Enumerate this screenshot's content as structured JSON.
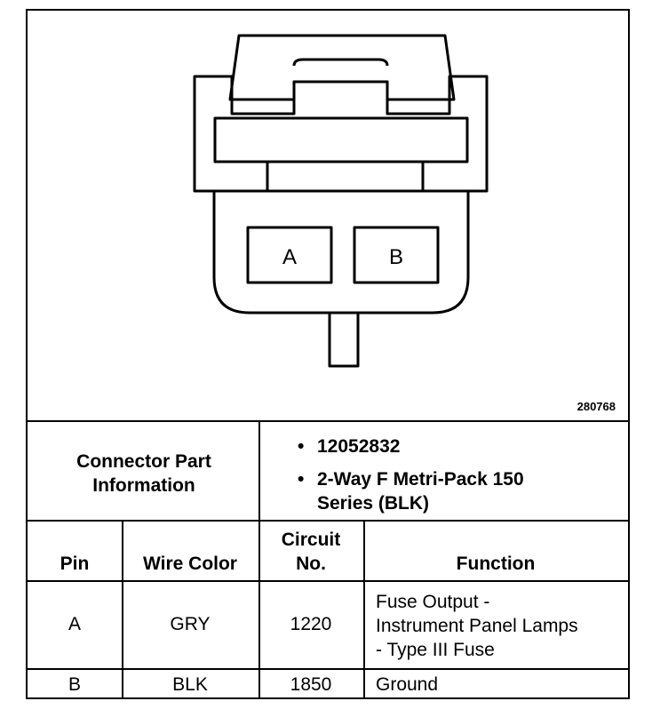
{
  "diagram": {
    "pins": [
      "A",
      "B"
    ],
    "ref_number": "280768"
  },
  "connector": {
    "label": "Connector Part Information",
    "label_line1": "Connector Part",
    "label_line2": "Information",
    "items": [
      "12052832",
      "2-Way F Metri-Pack 150 Series (BLK)"
    ],
    "item2_line1": "2-Way F Metri-Pack 150",
    "item2_line2": "Series (BLK)"
  },
  "table": {
    "headers": {
      "pin": "Pin",
      "wire_color": "Wire Color",
      "circuit_line1": "Circuit",
      "circuit_line2": "No.",
      "function": "Function"
    },
    "rows": [
      {
        "pin": "A",
        "wire_color": "GRY",
        "circuit": "1220",
        "function_lines": [
          "Fuse Output -",
          "Instrument Panel Lamps",
          "- Type III Fuse"
        ]
      },
      {
        "pin": "B",
        "wire_color": "BLK",
        "circuit": "1850",
        "function_lines": [
          "Ground"
        ]
      }
    ]
  }
}
